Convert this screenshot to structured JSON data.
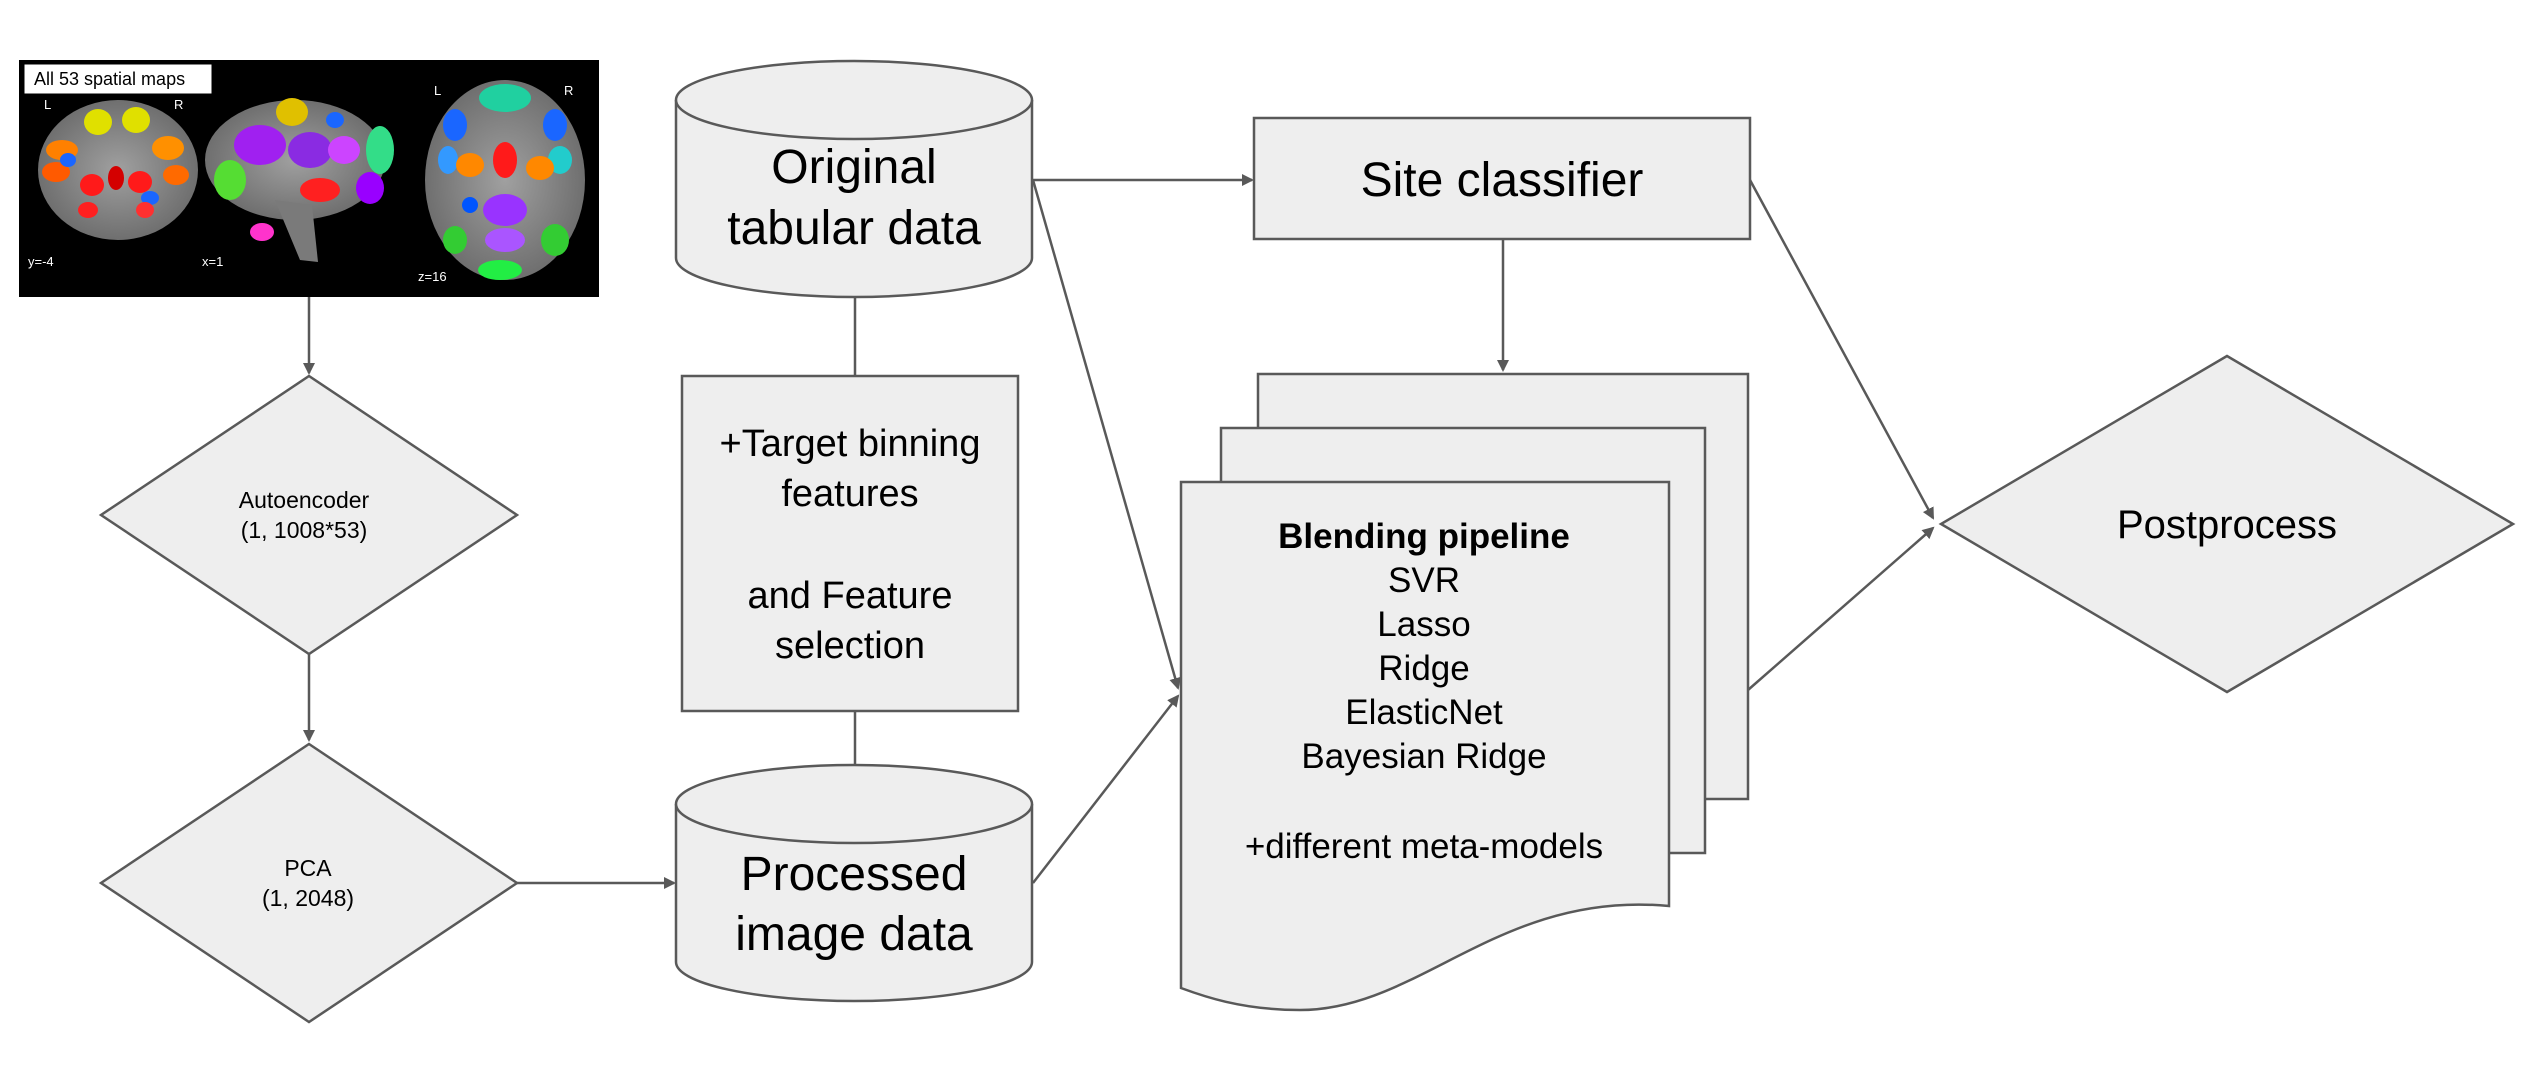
{
  "brain_panel": {
    "title": "All 53 spatial maps",
    "view_labels": [
      "y=-4",
      "x=1",
      "z=16"
    ],
    "side_labels": {
      "left": "L",
      "right": "R"
    }
  },
  "nodes": {
    "autoencoder": {
      "line1": "Autoencoder",
      "line2": "(1, 1008*53)"
    },
    "pca": {
      "line1": "PCA",
      "line2": "(1, 2048)"
    },
    "original": {
      "line1": "Original",
      "line2": "tabular data"
    },
    "feature_box": {
      "line1": "+Target binning",
      "line2": "features",
      "line3": "and Feature",
      "line4": "selection"
    },
    "processed": {
      "line1": "Processed",
      "line2": "image data"
    },
    "site_classifier": {
      "label": "Site classifier"
    },
    "blending": {
      "title": "Blending pipeline",
      "models": [
        "SVR",
        "Lasso",
        "Ridge",
        "ElasticNet",
        "Bayesian Ridge"
      ],
      "footer": "+different meta-models"
    },
    "postprocess": {
      "label": "Postprocess"
    }
  },
  "colors": {
    "shape_fill": "#eeeeee",
    "shape_stroke": "#595959",
    "brain_background": "#000000"
  }
}
